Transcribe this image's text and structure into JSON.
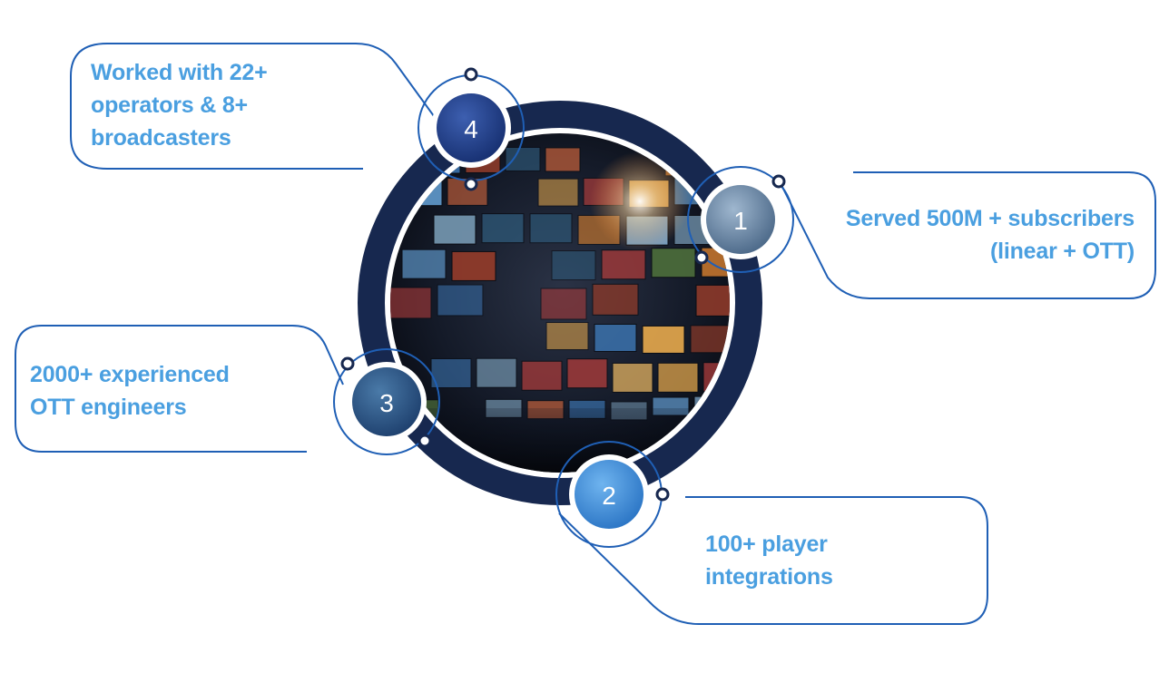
{
  "callouts": [
    {
      "number": "1",
      "lines": [
        "Served 500M + subscribers",
        "(linear + OTT)"
      ]
    },
    {
      "number": "2",
      "lines": [
        "100+ player",
        "integrations"
      ]
    },
    {
      "number": "3",
      "lines": [
        "2000+ experienced",
        "OTT engineers"
      ]
    },
    {
      "number": "4",
      "lines": [
        "Worked with 22+",
        "operators & 8+",
        "broadcasters"
      ]
    }
  ],
  "colors": {
    "text": "#4a9fe0",
    "connector": "#1f5fb5",
    "ring": "#17284f",
    "badge_dark": "#1e3f86",
    "badge_light": "#3d8fd6"
  },
  "central_image": "wall-of-video-screens-icon"
}
